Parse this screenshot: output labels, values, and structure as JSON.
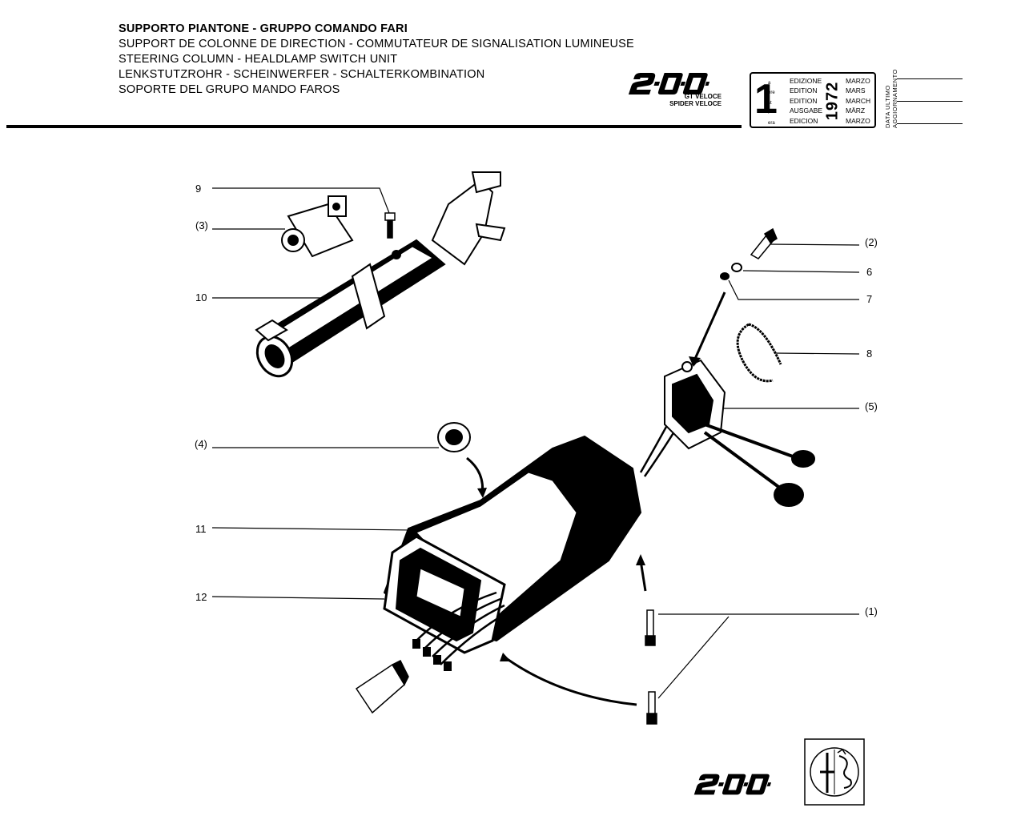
{
  "header": {
    "titles": [
      "SUPPORTO PIANTONE - GRUPPO COMANDO FARI",
      "SUPPORT DE COLONNE DE DIRECTION - COMMUTATEUR DE SIGNALISATION LUMINEUSE",
      "STEERING COLUMN - HEALDLAMP SWITCH UNIT",
      "LENKSTUTZROHR -  SCHEINWERFER - SCHALTERKOMBINATION",
      "SOPORTE DEL GRUPO MANDO FAROS"
    ],
    "brand_logo_text": "2000",
    "models": [
      "GT VELOCE",
      "SPIDER VELOCE"
    ]
  },
  "edition_box": {
    "number": "1",
    "suffixes": [
      "a",
      "ere",
      "st",
      ".",
      "era"
    ],
    "labels": [
      "EDIZIONE",
      "EDITION",
      "EDITION",
      "AUSGABE",
      "EDICION"
    ],
    "year": "1972",
    "months": [
      "MARZO",
      "MARS",
      "MARCH",
      "MÄRZ",
      "MARZO"
    ]
  },
  "update_label": [
    "DATA ULTIMO",
    "AGGIORNAMENTO"
  ],
  "callouts": {
    "c9": "9",
    "c3": "(3)",
    "c10": "10",
    "c4": "(4)",
    "c11": "11",
    "c12": "12",
    "c2": "(2)",
    "c6": "6",
    "c7": "7",
    "c8": "8",
    "c5": "(5)",
    "c1": "(1)"
  },
  "footer": {
    "brand_logo_text": "2000",
    "emblem": "alfa-romeo-emblem"
  },
  "colors": {
    "ink": "#000000",
    "paper": "#ffffff"
  }
}
